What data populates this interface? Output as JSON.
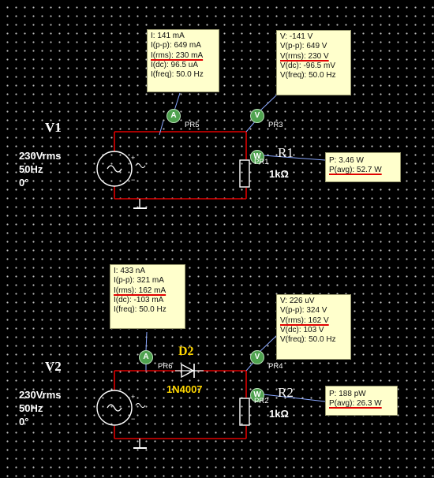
{
  "circuit1": {
    "source": {
      "name": "V1",
      "voltage": "230Vrms",
      "freq": "50Hz",
      "phase": "0°"
    },
    "resistor": {
      "name": "R1",
      "value": "1kΩ",
      "probe_tag": "PR1"
    },
    "probe_current": {
      "tag": "PR5",
      "icon": "A",
      "lines": [
        "I: 141 mA",
        "I(p-p): 649 mA",
        "I(rms): 230 mA",
        "I(dc): 96.5 uA",
        "I(freq): 50.0 Hz"
      ]
    },
    "probe_voltage": {
      "tag": "PR3",
      "icon": "V",
      "lines": [
        "V: -141 V",
        "V(p-p): 649 V",
        "V(rms): 230 V",
        "V(dc): -96.5 mV",
        "V(freq): 50.0 Hz"
      ]
    },
    "probe_power": {
      "icon": "W",
      "lines": [
        "P: 3.46 W",
        "P(avg): 52.7 W"
      ]
    }
  },
  "circuit2": {
    "source": {
      "name": "V2",
      "voltage": "230Vrms",
      "freq": "50Hz",
      "phase": "0°"
    },
    "diode": {
      "name": "D2",
      "model": "1N4007"
    },
    "resistor": {
      "name": "R2",
      "value": "1kΩ",
      "probe_tag": "PR2"
    },
    "probe_current": {
      "tag": "PR6",
      "icon": "A",
      "lines": [
        "I: 433 nA",
        "I(p-p): 321 mA",
        "I(rms): 162 mA",
        "I(dc): -103 mA",
        "I(freq): 50.0 Hz"
      ]
    },
    "probe_voltage": {
      "tag": "PR4",
      "icon": "V",
      "lines": [
        "V: 226 uV",
        "V(p-p): 324 V",
        "V(rms): 162 V",
        "V(dc): 103 V",
        "V(freq): 50.0 Hz"
      ]
    },
    "probe_power": {
      "icon": "W",
      "lines": [
        "P: 188 pW",
        "P(avg): 26.3 W"
      ]
    }
  },
  "colors": {
    "wire": "#e00000",
    "probe": "#4fa24f",
    "box": "#ffffcc",
    "diode_label": "#ffd700",
    "underline": "#e00000"
  }
}
